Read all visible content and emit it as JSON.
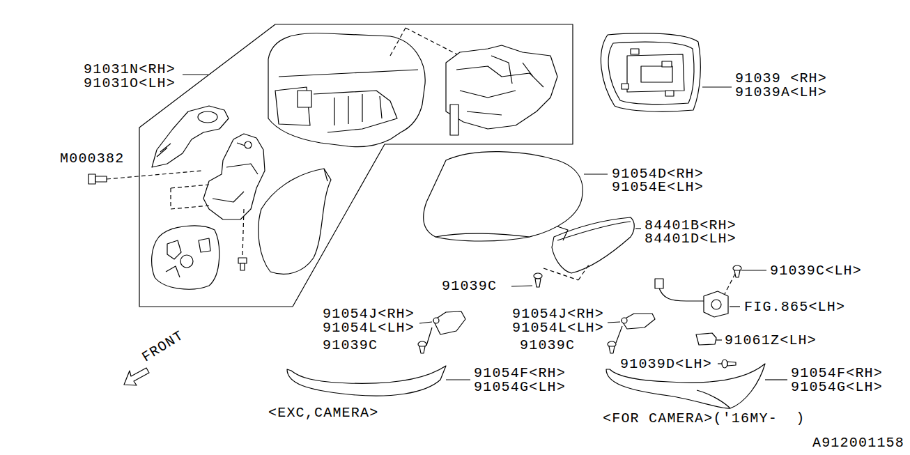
{
  "diagram": {
    "labels": [
      "91031N<RH>",
      "91031O<LH>",
      "91039 <RH>",
      "91039A<LH>",
      "M000382",
      "91054D<RH>",
      "91054E<LH>",
      "84401B<RH>",
      "84401D<LH>",
      "91039C",
      "91039C<LH>",
      "FIG.865<LH>",
      "91054J<RH>",
      "91054L<LH>",
      "91039C",
      "91054J<RH>",
      "91054L<LH>",
      "91039C",
      "91061Z<LH>",
      "FRONT",
      "91039D<LH>",
      "91054F<RH>",
      "91054G<LH>",
      "91054F<RH>",
      "91054G<LH>",
      "<EXC,CAMERA>",
      "<FOR CAMERA>('16MY-  )",
      "A912001158"
    ]
  }
}
